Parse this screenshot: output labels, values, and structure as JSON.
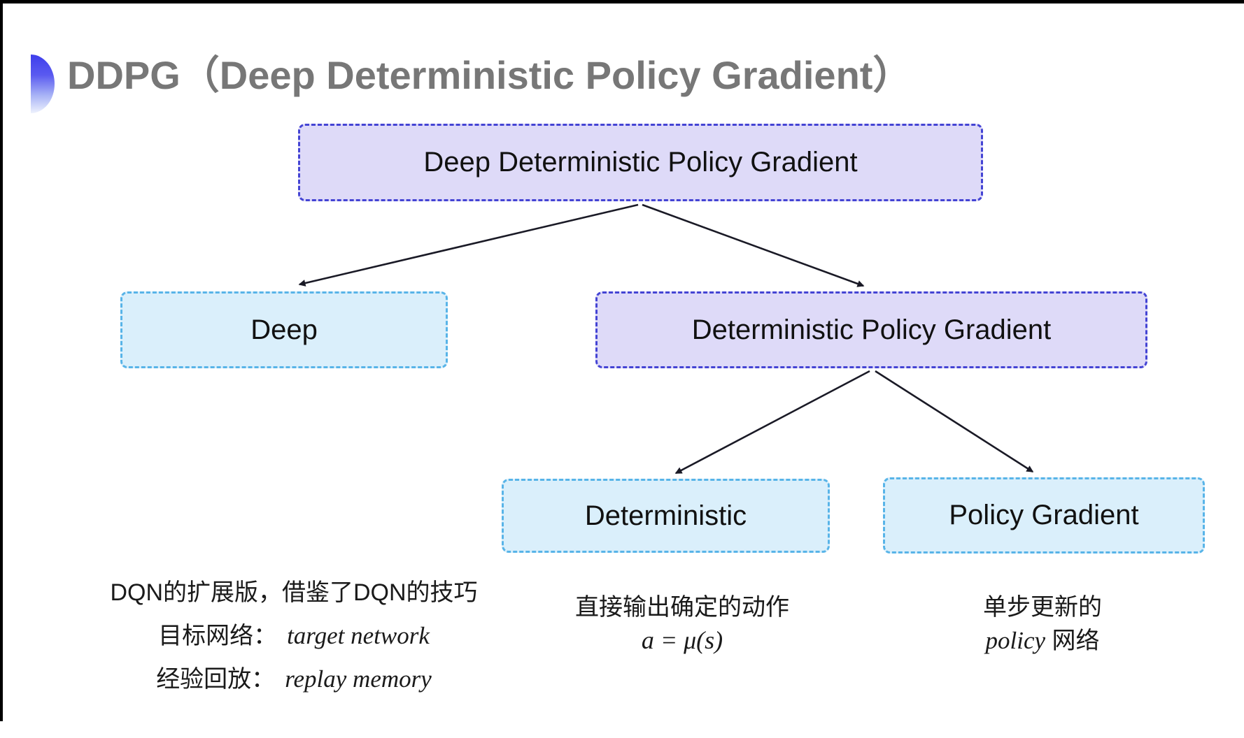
{
  "title": "DDPG（Deep Deterministic Policy Gradient）",
  "colors": {
    "lavender-fill": "#dedaf8",
    "lavender-border": "#4444d4",
    "cyan-fill": "#daeffb",
    "cyan-border": "#58b4e8",
    "title-gray": "#777777",
    "arrow": "#1a1a26"
  },
  "diagram": {
    "nodes": {
      "root": {
        "label": "Deep Deterministic Policy Gradient"
      },
      "deep": {
        "label": "Deep"
      },
      "dpg": {
        "label": "Deterministic Policy Gradient"
      },
      "deterministic": {
        "label": "Deterministic"
      },
      "policy_gradient": {
        "label": "Policy Gradient"
      }
    }
  },
  "annotations": {
    "deep": {
      "line1": "DQN的扩展版，借鉴了DQN的技巧",
      "line2_label": "目标网络：",
      "line2_value": "target network",
      "line3_label": "经验回放：",
      "line3_value": "replay memory"
    },
    "deterministic": {
      "line1": "直接输出确定的动作",
      "line2": "a = μ(s)"
    },
    "policy_gradient": {
      "line1": "单步更新的",
      "line2_italic": "policy",
      "line2_rest": " 网络"
    }
  }
}
